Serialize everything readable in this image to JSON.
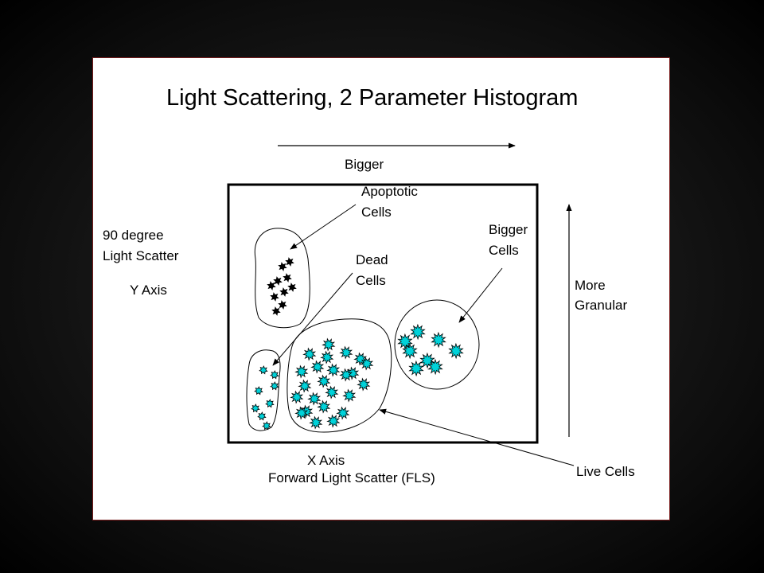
{
  "title": "Light Scattering, 2 Parameter Histogram",
  "labels": {
    "bigger_top": "Bigger",
    "apoptotic": [
      "Apoptotic",
      "Cells"
    ],
    "bigger_cells": [
      "Bigger",
      "Cells"
    ],
    "dead": [
      "Dead",
      "Cells"
    ],
    "y_axis_desc": [
      "90 degree",
      "Light Scatter"
    ],
    "y_axis": "Y Axis",
    "more_granular": [
      "More",
      "Granular"
    ],
    "x_axis": "X Axis",
    "x_axis_desc": "Forward Light Scatter (FLS)",
    "live_cells": "Live Cells"
  },
  "colors": {
    "background": "#111111",
    "slide": "#ffffff",
    "slide_border": "#7a1d1d",
    "cell_cyan": "#00d2d9",
    "cell_black": "#000000"
  }
}
